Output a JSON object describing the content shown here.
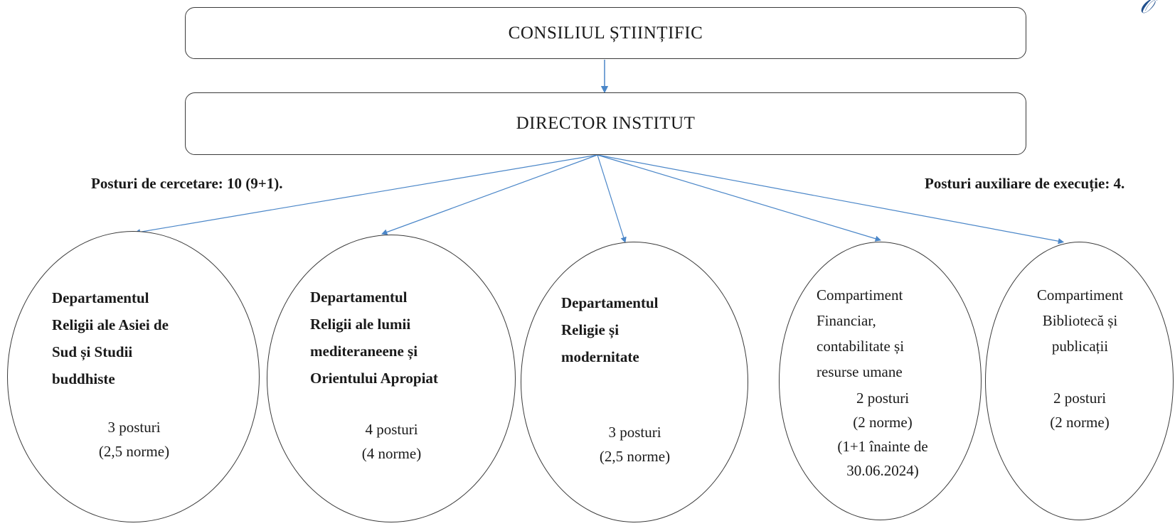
{
  "council": {
    "title": "CONSILIUL ȘTIINȚIFIC"
  },
  "director": {
    "title": "DIRECTOR INSTITUT"
  },
  "labels": {
    "research_posts": "Posturi de cercetare: 10 (9+1).",
    "auxiliary_posts": "Posturi auxiliare de execuție: 4."
  },
  "units": [
    {
      "name": [
        "Departamentul",
        "Religii ale Asiei de",
        "Sud și Studii",
        "buddhiste"
      ],
      "stats": [
        "3 posturi",
        "(2,5 norme)"
      ]
    },
    {
      "name": [
        "Departamentul",
        "Religii ale lumii",
        "mediteraneene și",
        "Orientului Apropiat"
      ],
      "stats": [
        "4 posturi",
        "(4 norme)"
      ]
    },
    {
      "name": [
        "Departamentul",
        "Religie și",
        "modernitate"
      ],
      "stats": [
        "3 posturi",
        "(2,5 norme)"
      ]
    },
    {
      "name": [
        "Compartiment",
        "Financiar,",
        "contabilitate și",
        "resurse umane"
      ],
      "stats": [
        "2 posturi",
        "(2 norme)",
        "(1+1 înainte de",
        "30.06.2024)"
      ]
    },
    {
      "name": [
        "Compartiment",
        "Bibliotecă și",
        "publicații"
      ],
      "stats": [
        "2 posturi",
        "(2 norme)"
      ]
    }
  ],
  "colors": {
    "connector": "#4a86c8",
    "border": "#3a3a3a",
    "logo": "#1f4e8c"
  },
  "logo_icon": "institute-logo-icon"
}
